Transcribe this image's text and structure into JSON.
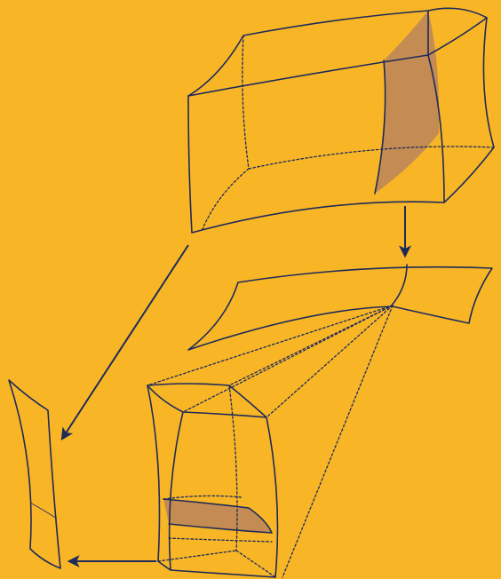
{
  "colors": {
    "background": "#F8B626",
    "line": "#1E2A5A",
    "section_fill": "#C48C52",
    "thin_line": "#2E3460"
  },
  "diagram": {
    "shapes": [
      "curved-block",
      "curved-slab",
      "tapered-prism",
      "curved-thin-plate"
    ],
    "arrows": 3,
    "text_labels": []
  }
}
